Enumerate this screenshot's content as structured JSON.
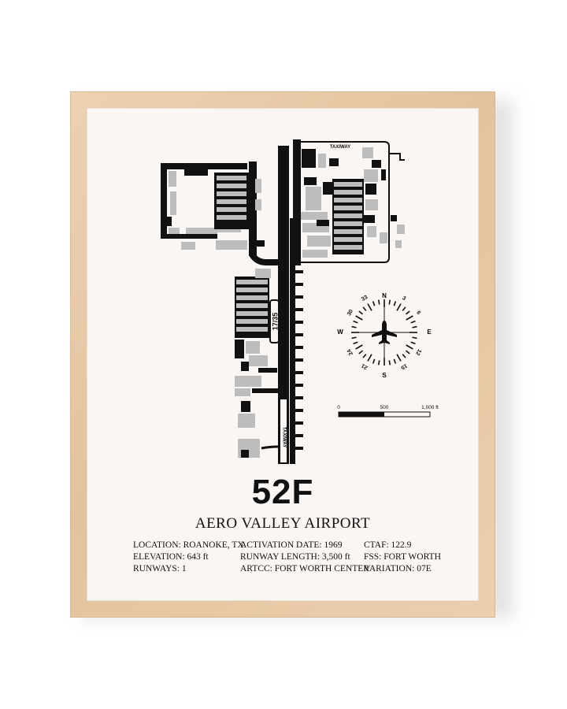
{
  "poster": {
    "code": "52F",
    "name": "AERO VALLEY AIRPORT",
    "details": {
      "col1": [
        "LOCATION: ROANOKE, TX",
        "ELEVATION: 643 ft",
        "RUNWAYS: 1"
      ],
      "col2": [
        "ACTIVATION DATE: 1969",
        "RUNWAY LENGTH: 3,500 ft",
        "ARTCC: FORT WORTH CENTER"
      ],
      "col3": [
        "CTAF: 122.9",
        "FSS: FORT WORTH",
        "VARIATION: 07E"
      ]
    }
  },
  "map": {
    "runway_label": "17/35",
    "taxiway_labels": [
      "TAXIWAY",
      "TAXIWAY"
    ],
    "compass": {
      "cardinals": [
        "N",
        "E",
        "S",
        "W"
      ],
      "headings": [
        "3",
        "6",
        "12",
        "15",
        "21",
        "24",
        "30",
        "33"
      ],
      "icon": "airplane-icon"
    },
    "scale": {
      "labels": [
        "0",
        "500",
        "1,000 ft"
      ]
    }
  },
  "colors": {
    "ink": "#111111",
    "hangar": "#bdbdbd",
    "paper": "#faf6f4",
    "frame": "#e6c7a3"
  }
}
